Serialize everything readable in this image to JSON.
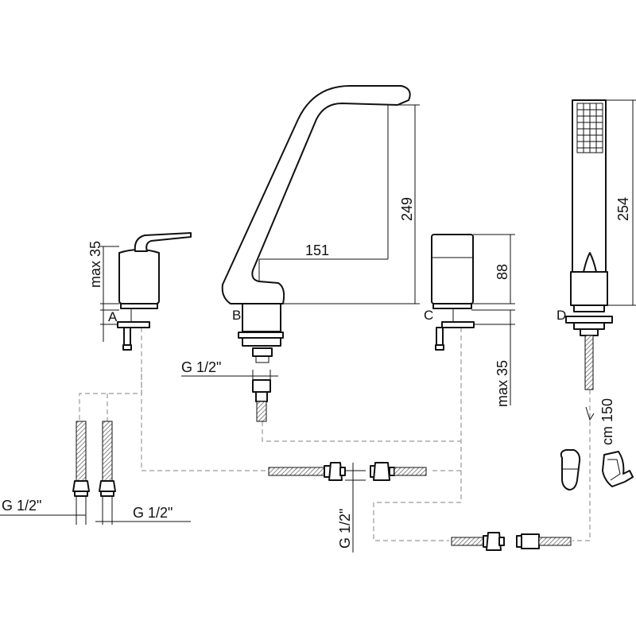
{
  "dimensions": {
    "max35_left": "max 35",
    "max35_right": "max 35",
    "h249": "249",
    "w151": "151",
    "h88": "88",
    "h254": "254",
    "cm150": "cm 150"
  },
  "connections": {
    "g_center": "G 1/2\"",
    "g_left1": "G 1/2\"",
    "g_left2": "G 1/2\"",
    "g_vertical": "G 1/2\""
  },
  "labels": {
    "a": "A",
    "b": "B",
    "c": "C",
    "d": "D"
  }
}
